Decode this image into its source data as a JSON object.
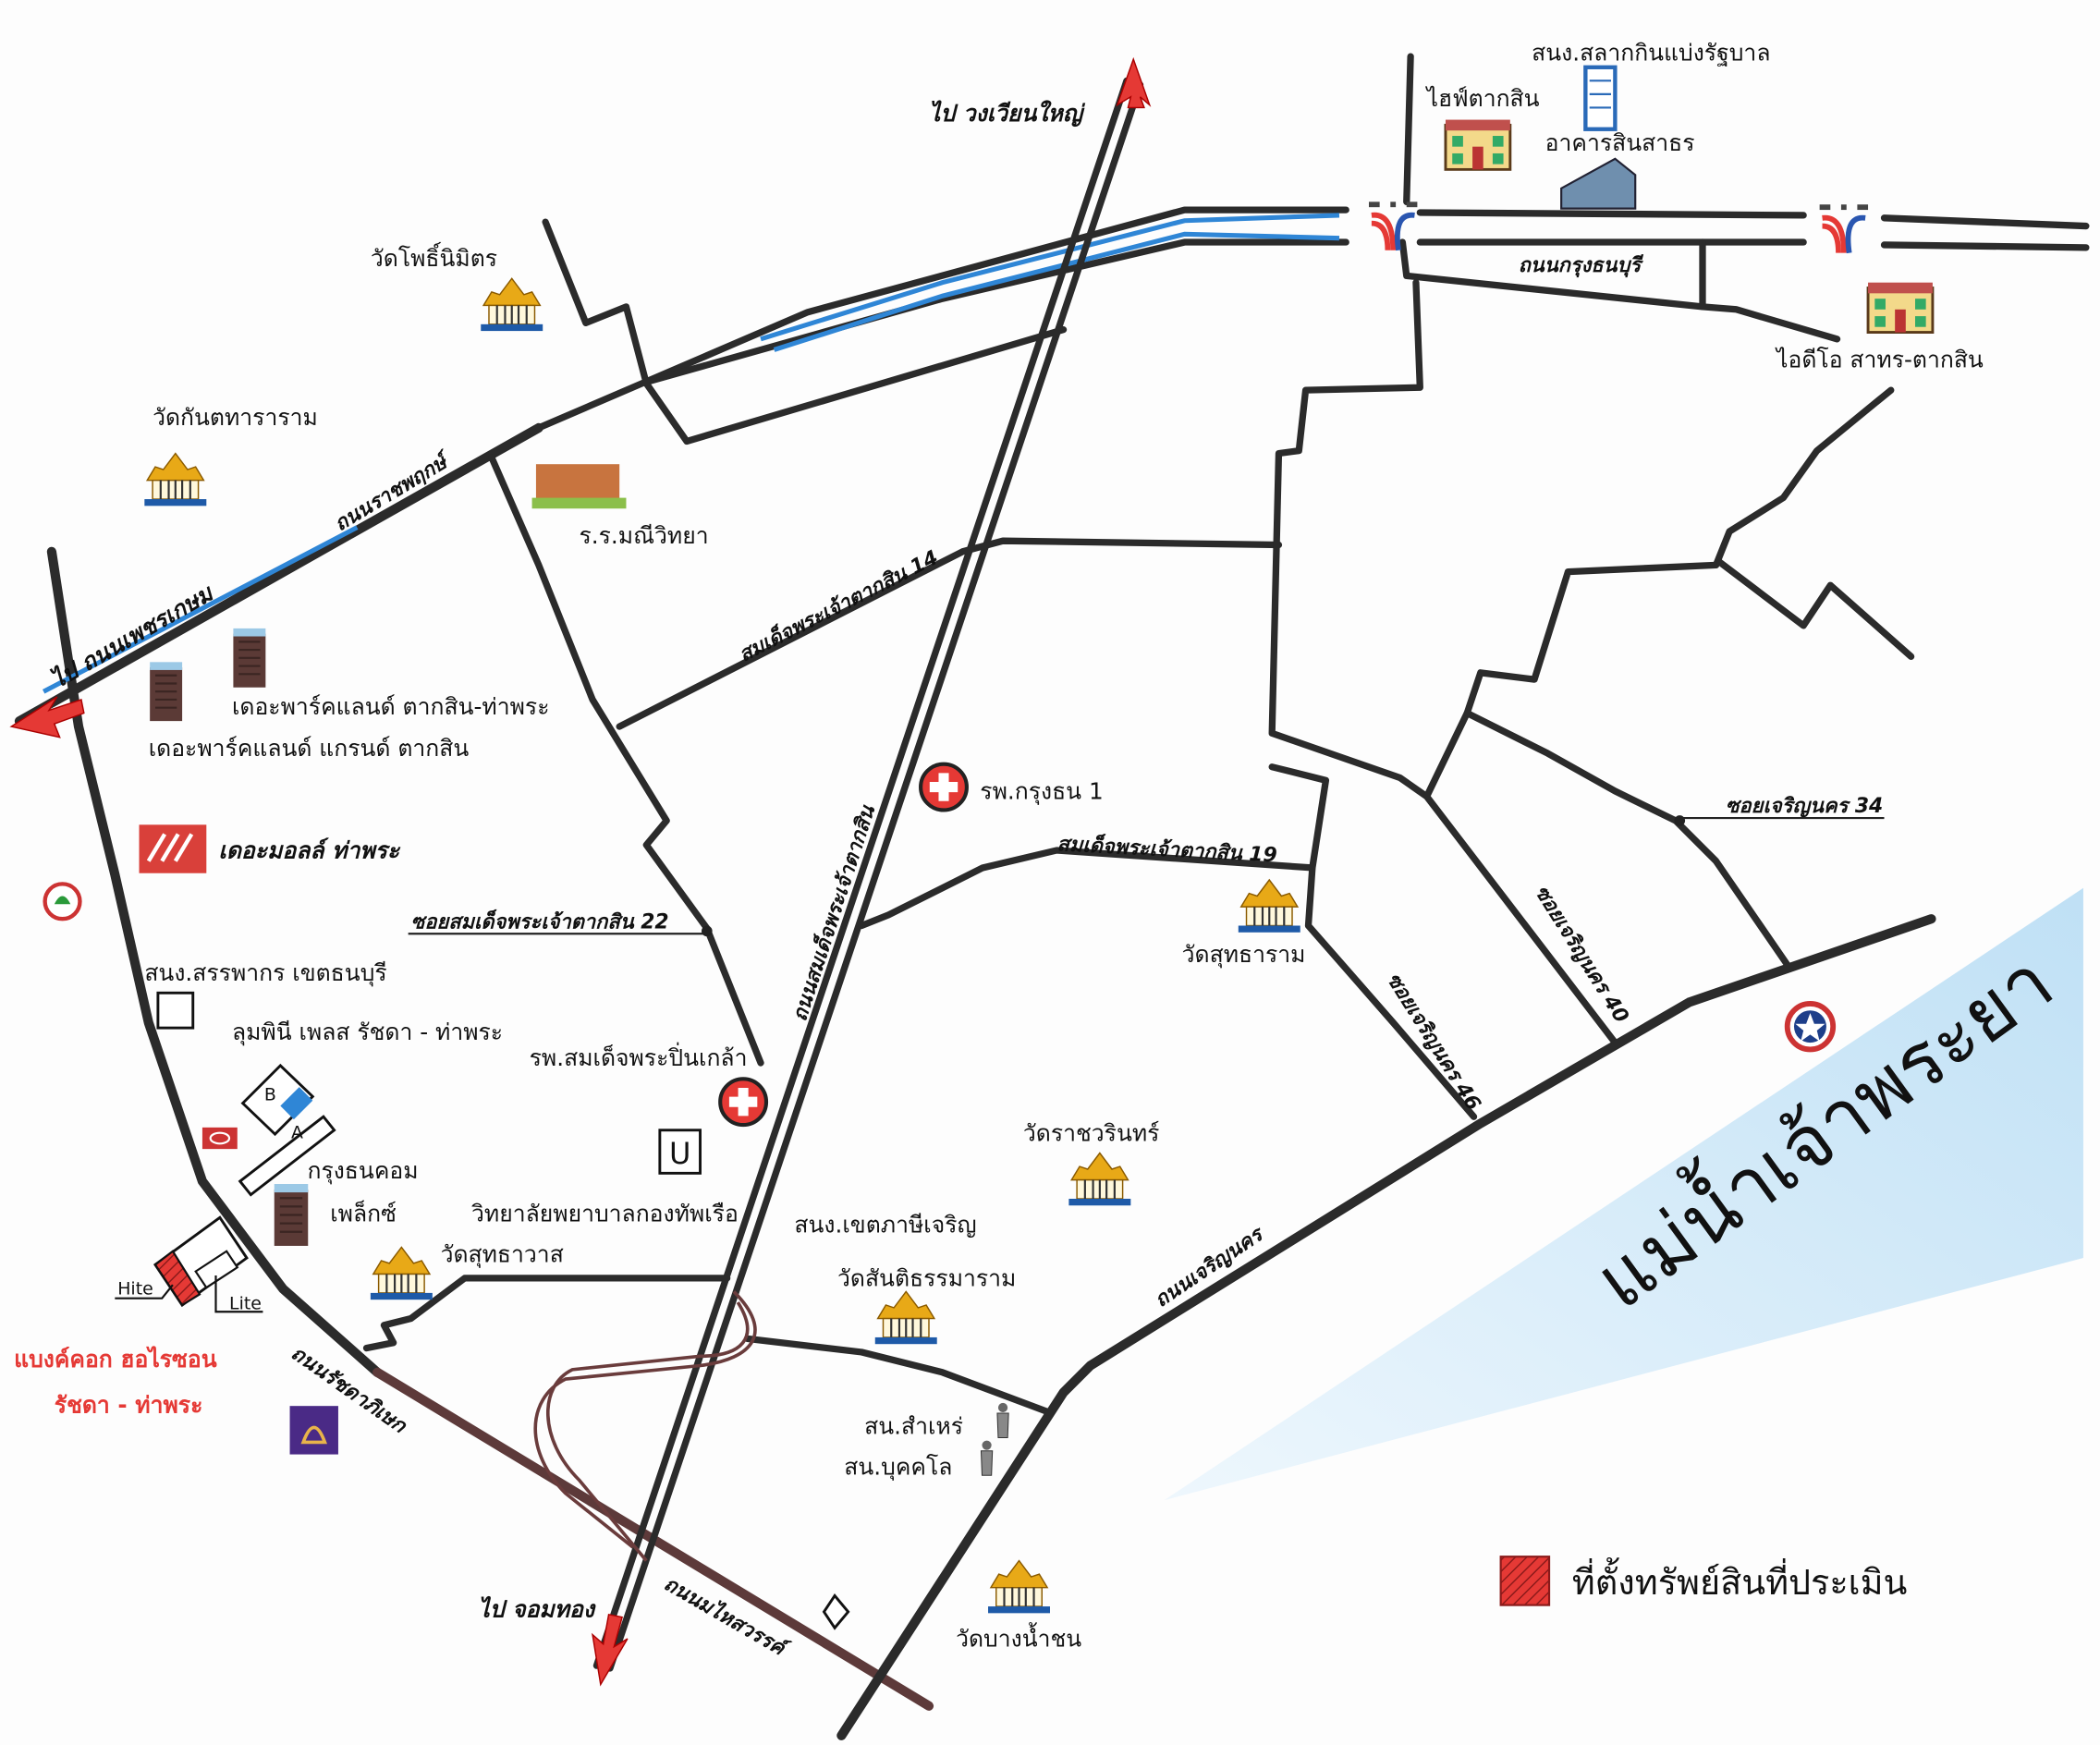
{
  "colors": {
    "road": "#2b2b2b",
    "bts_blue": "#2f86d6",
    "ratchada_road": "#5d3a3a",
    "arrow": "#e53935",
    "river": "#cfe7f7",
    "property": "#e53935"
  },
  "directions": {
    "to_wongwian_yai": "ไป วงเวียนใหญ่",
    "to_phetkasem": "ไป ถนนเพชรเกษม",
    "to_chomthong": "ไป จอมทอง"
  },
  "roads": {
    "ratchaphruek": "ถนนราชพฤกษ์",
    "krung_thonburi": "ถนนกรุงธนบุรี",
    "taksin_14": "สมเด็จพระเจ้าตากสิน 14",
    "taksin_main": "ถนนสมเด็จพระเจ้าตากสิน",
    "taksin_19": "สมเด็จพระเจ้าตากสิน 19",
    "soi_taksin_22": "ซอยสมเด็จพระเจ้าตากสิน 22",
    "charoen_nakhon_34": "ซอยเจริญนคร 34",
    "charoen_nakhon_40": "ซอยเจริญนคร 40",
    "charoen_nakhon_46": "ซอยเจริญนคร 46",
    "charoen_nakhon": "ถนนเจริญนคร",
    "ratchadaphisek": "ถนนรัชดาภิเษก",
    "mahaisawan": "ถนนมไหสวรรค์"
  },
  "places": {
    "wat_pho_nimit": "วัดโพธิ์นิมิตร",
    "wat_kantatararam": "วัดกันตทาราราม",
    "mani_witthaya": "ร.ร.มณีวิทยา",
    "parkland_taksin": "เดอะพาร์คแลนด์ ตากสิน-ท่าพระ",
    "parkland_grand": "เดอะพาร์คแลนด์ แกรนด์ ตากสิน",
    "the_mall": "เดอะมอลล์ ท่าพระ",
    "revenue_office": "สนง.สรรพากร เขตธนบุรี",
    "lumpini_place": "ลุมพินี เพลส รัชดา - ท่าพระ",
    "krungthon_com": "กรุงธนคอม",
    "plex": "เพล็กซ์",
    "wat_sutthawat": "วัดสุทธาวาส",
    "navy_nursing": "วิทยาลัยพยาบาลกองทัพเรือ",
    "pinklao_hospital": "รพ.สมเด็จพระปิ่นเกล้า",
    "krungthon_hospital": "รพ.กรุงธน 1",
    "wat_suttharam": "วัดสุทธาราม",
    "wat_ratchawarin": "วัดราชวรินทร์",
    "phasi_charoen_office": "สนง.เขตภาษีเจริญ",
    "wat_santitham": "วัดสันติธรรมาราม",
    "samre_police": "สน.สำเหร่",
    "bukkhalo_police": "สน.บุคคโล",
    "wat_bang_nam_chon": "วัดบางน้ำชน",
    "hive_taksin": "ไฮฟ์ตากสิน",
    "lottery_office": "สนง.สลากกินแบ่งรัฐบาล",
    "sinsathorn": "อาคารสินสาธร",
    "ideo": "ไอดีโอ สาทร-ตากสิน",
    "bangkok_horizon_1": "แบงค์คอก ฮอไรซอน",
    "bangkok_horizon_2": "รัชดา - ท่าพระ",
    "hite": "Hite",
    "lite": "Lite",
    "bldg_a": "A",
    "bldg_b": "B",
    "u_mark": "U"
  },
  "river": "แม่น้ำเจ้าพระยา",
  "legend": {
    "property_location": "ที่ตั้งทรัพย์สินที่ประเมิน"
  }
}
